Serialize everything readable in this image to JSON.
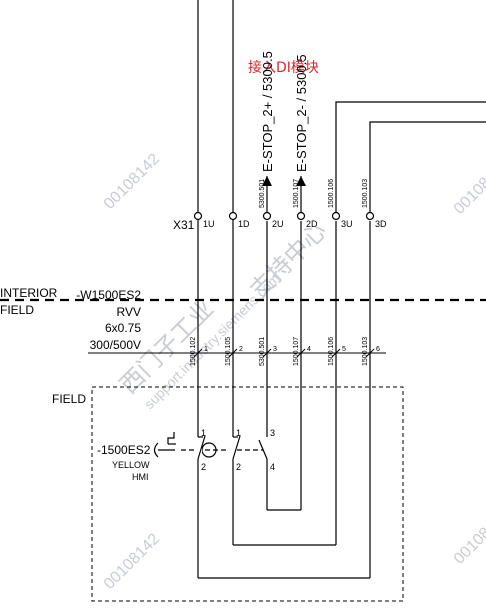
{
  "annotation_red": "接入DI模块",
  "signals": {
    "estop2_plus": "E-STOP_2+ / 5300.5",
    "estop2_minus": "E-STOP_2- / 5300.5"
  },
  "terminal_block": "X31",
  "terminals": {
    "t1": "1U",
    "t2": "1D",
    "t3": "2U",
    "t4": "2D",
    "t5": "3U",
    "t6": "3D"
  },
  "wire_top_labels": {
    "w3": "5300.501",
    "w4": "1500.107",
    "w5": "1500.106",
    "w6": "1500.103"
  },
  "cable": {
    "left1": "INTERIOR",
    "left2": "FIELD",
    "name": "-W1500ES2",
    "type": "RVV",
    "size": "6x0.75",
    "voltage": "300/500V",
    "core_labels": [
      "1500.102",
      "1500.105",
      "5300.501",
      "1500.107",
      "1500.106",
      "1500.103"
    ],
    "core_numbers": [
      "1",
      "2",
      "3",
      "4",
      "5",
      "6"
    ]
  },
  "field_box": {
    "title": "FIELD",
    "device_name": "-1500ES2",
    "device_color": "YELLOW",
    "device_note": "HMI",
    "contacts": {
      "a_top": "1",
      "a_bot": "2",
      "b_top": "1",
      "b_bot": "2",
      "c_top": "3",
      "c_bot": "4"
    }
  },
  "watermarks": [
    "00108142",
    "00108142",
    "00108142",
    "00108142",
    "西门子工业",
    "支持中心",
    "support.industry.siemens.com"
  ]
}
